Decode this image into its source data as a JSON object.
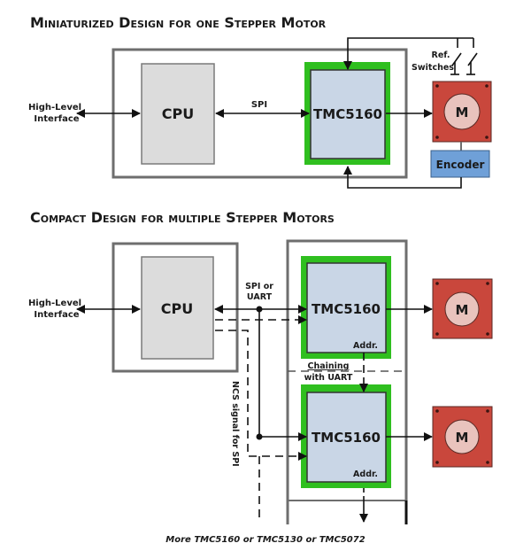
{
  "colors": {
    "frame": "#6e6e6e",
    "cpu_fill": "#dcdcdc",
    "chip_fill": "#c9d6e6",
    "chip_glow": "#2fbf1f",
    "motor_fill": "#c9473c",
    "motor_circle": "#e9c3bd",
    "encoder_fill": "#6fa0d8",
    "line": "#111111"
  },
  "section1": {
    "title": "Miniaturized Design for one Stepper Motor",
    "interface_label_line1": "High-Level",
    "interface_label_line2": "Interface",
    "cpu_label": "CPU",
    "bus_label": "SPI",
    "driver_label": "TMC5160",
    "ref_label_line1": "Ref.",
    "ref_label_line2": "Switches",
    "motor_label": "M",
    "encoder_label": "Encoder"
  },
  "section2": {
    "title": "Compact Design for multiple Stepper Motors",
    "interface_label_line1": "High-Level",
    "interface_label_line2": "Interface",
    "cpu_label": "CPU",
    "bus_label_line1": "SPI or",
    "bus_label_line2": "UART",
    "drivers": [
      {
        "label": "TMC5160",
        "addr_label": "Addr.",
        "motor_label": "M"
      },
      {
        "label": "TMC5160",
        "addr_label": "Addr.",
        "motor_label": "M"
      }
    ],
    "chain_label_line1": "Chaining",
    "chain_label_line2": "with UART",
    "ncs_label": "NCS signal for SPI",
    "footer_label": "More TMC5160 or TMC5130 or TMC5072"
  }
}
